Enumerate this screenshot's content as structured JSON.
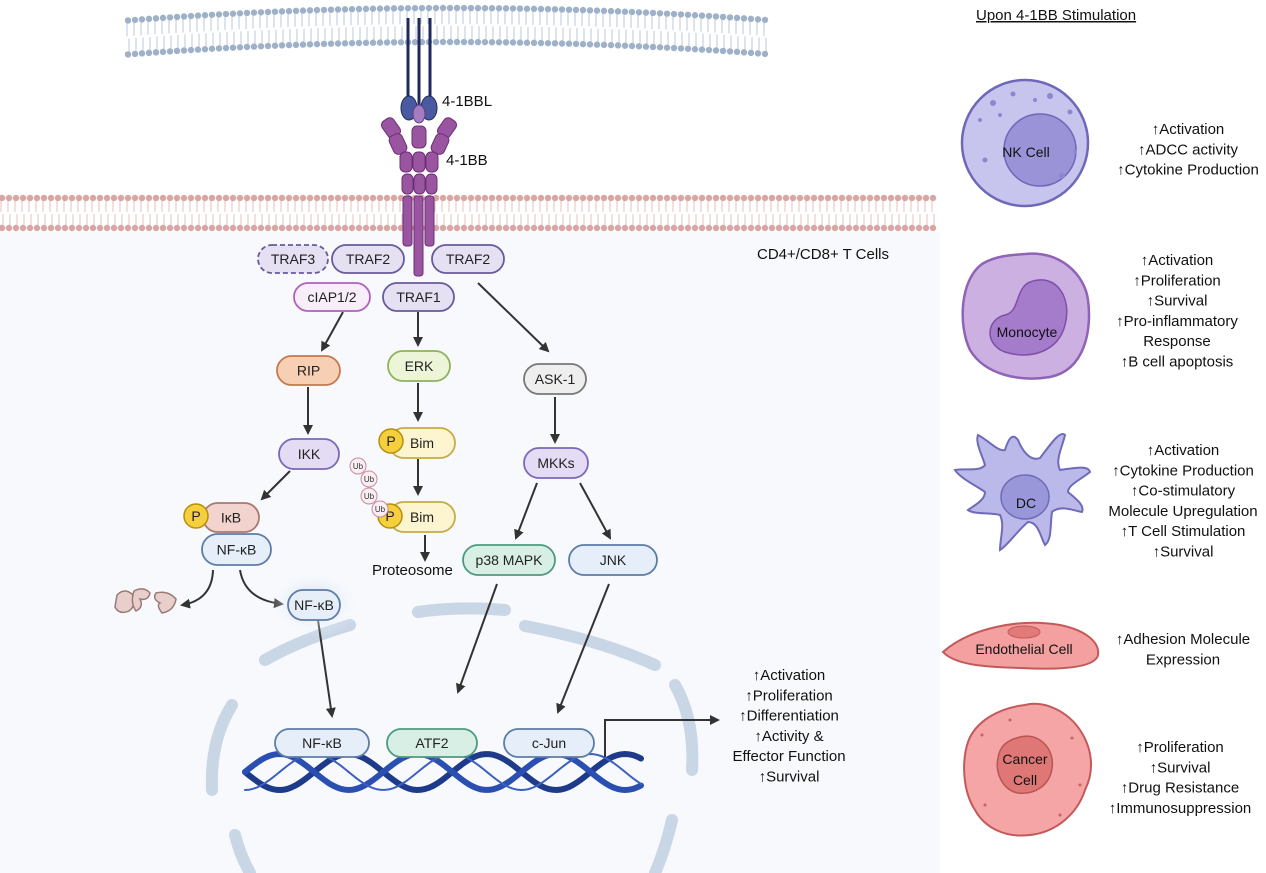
{
  "labels": {
    "ligand": "4-1BBL",
    "receptor": "4-1BB",
    "cell_type": "CD4+/CD8+ T Cells",
    "header": "Upon 4-1BB Stimulation",
    "proteosome": "Proteosome"
  },
  "nodes": {
    "traf3": "TRAF3",
    "traf2_left": "TRAF2",
    "traf2_right": "TRAF2",
    "ciap": "cIAP1/2",
    "traf1": "TRAF1",
    "rip": "RIP",
    "erk": "ERK",
    "ask1": "ASK-1",
    "ikk": "IKK",
    "bim1": "Bim",
    "mkks": "MKKs",
    "ikb": "IκB",
    "nfkb1": "NF-κB",
    "bim2": "Bim",
    "p38": "p38 MAPK",
    "jnk": "JNK",
    "nfkb2": "NF-κB",
    "nfkb_dna": "NF-κB",
    "atf2": "ATF2",
    "cjun": "c-Jun",
    "phospho": "P",
    "ub": "Ub"
  },
  "tcell_effects": [
    "↑Activation",
    "↑Proliferation",
    "↑Differentiation",
    "↑Activity &",
    "Effector Function",
    "↑Survival"
  ],
  "cells": [
    {
      "id": "nk",
      "name": "NK Cell",
      "effects": [
        "↑Activation",
        "↑ADCC activity",
        "↑Cytokine Production"
      ]
    },
    {
      "id": "mono",
      "name": "Monocyte",
      "effects": [
        "↑Activation",
        "↑Proliferation",
        "↑Survival",
        "↑Pro-inflammatory",
        "Response",
        "↑B cell apoptosis"
      ]
    },
    {
      "id": "dc",
      "name": "DC",
      "effects": [
        "↑Activation",
        "↑Cytokine Production",
        "↑Co-stimulatory",
        "Molecule Upregulation",
        "↑T Cell Stimulation",
        "↑Survival"
      ]
    },
    {
      "id": "endo",
      "name": "Endothelial Cell",
      "effects": [
        "↑Adhesion Molecule",
        "Expression"
      ]
    },
    {
      "id": "cancer",
      "name": "Cancer Cell",
      "name_lines": [
        "Cancer",
        "Cell"
      ],
      "effects": [
        "↑Proliferation",
        "↑Survival",
        "↑Drug Resistance",
        "↑Immunosuppression"
      ]
    }
  ],
  "colors": {
    "membrane_top": "#9fb1c9",
    "membrane_cell": "#d8a7a3",
    "receptor": "#8e4b94",
    "ligand": "#3f4f8f",
    "nk": "#c4c2ec",
    "monocyte": "#c8ace0",
    "dc": "#b9b7ea",
    "endothelial": "#f29a9a",
    "cancer": "#f4a3a3"
  }
}
